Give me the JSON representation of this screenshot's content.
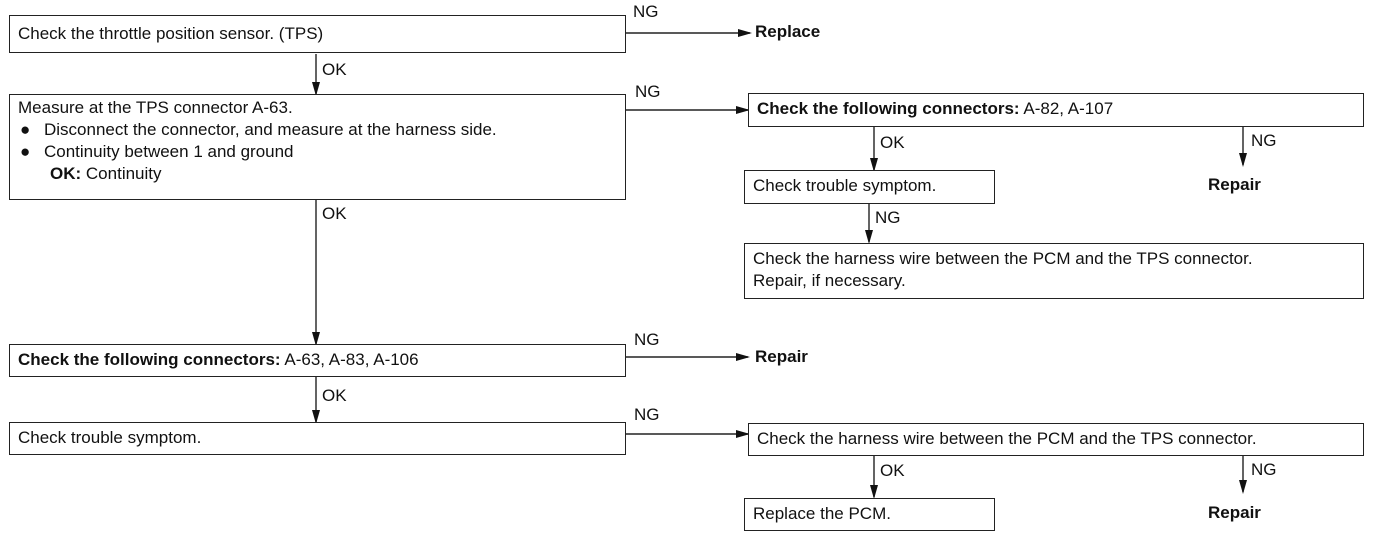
{
  "steps": {
    "s1": {
      "text": "Check the throttle position sensor. (TPS)"
    },
    "s2": {
      "title": "Measure at the TPS connector A-63.",
      "bullets": [
        "Disconnect the connector, and measure at the harness side.",
        "Continuity between 1 and ground"
      ],
      "ok_label": "OK:",
      "ok_value": "Continuity"
    },
    "s3": {
      "bold": "Check the following connectors:",
      "text": "A-82, A-107"
    },
    "s4": {
      "text": "Check trouble symptom."
    },
    "s5": {
      "line1": "Check the harness wire between the PCM and the TPS connector.",
      "line2": "Repair, if necessary."
    },
    "s6": {
      "bold": "Check the following connectors:",
      "text": "A-63, A-83, A-106"
    },
    "s7": {
      "text": "Check trouble symptom."
    },
    "s8": {
      "text": "Check the harness wire between the PCM and the TPS connector."
    },
    "s9": {
      "text": "Replace the PCM."
    }
  },
  "outcomes": {
    "replace": "Replace",
    "repair": "Repair"
  },
  "labels": {
    "ok": "OK",
    "ng": "NG"
  }
}
